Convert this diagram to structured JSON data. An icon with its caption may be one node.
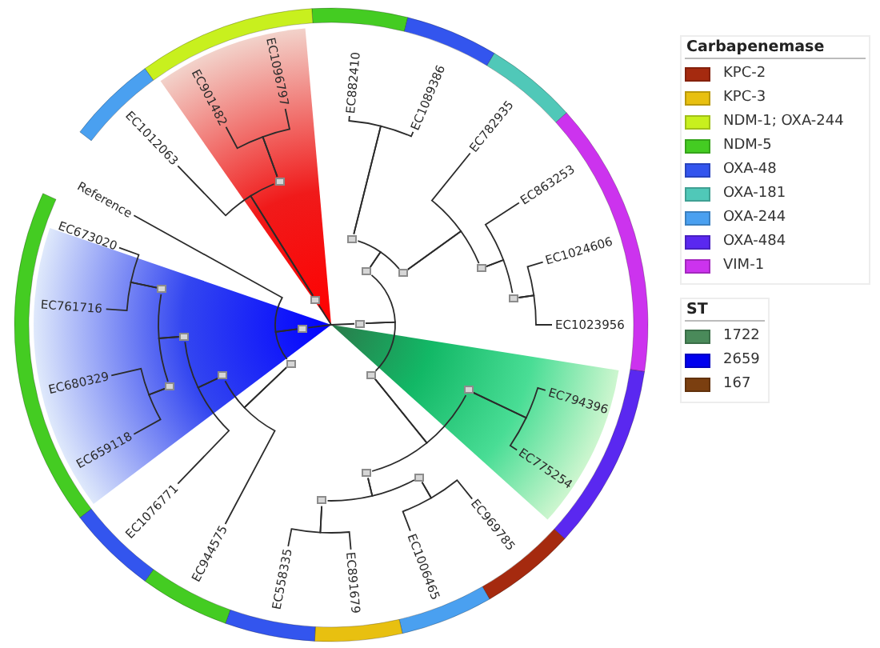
{
  "diagram": {
    "nodes": [
      {
        "text": [
          "EC882410"
        ]
      },
      {
        "text": [
          "EC1089386"
        ]
      },
      {
        "text": [
          "EC782935"
        ]
      },
      {
        "text": [
          "EC863253"
        ]
      },
      {
        "text": [
          "EC1024606"
        ]
      },
      {
        "text": [
          "EC1023956"
        ]
      },
      {
        "text": [
          "EC794396"
        ]
      },
      {
        "text": [
          "EC775254"
        ]
      },
      {
        "text": [
          "EC969785"
        ]
      },
      {
        "text": [
          "EC1006465"
        ]
      },
      {
        "text": [
          "EC891679"
        ]
      },
      {
        "text": [
          "EC558335"
        ]
      },
      {
        "text": [
          "EC944575"
        ]
      },
      {
        "text": [
          "EC1076771"
        ]
      },
      {
        "text": [
          "EC659118"
        ]
      },
      {
        "text": [
          "EC680329"
        ]
      },
      {
        "text": [
          "EC761716"
        ]
      },
      {
        "text": [
          "EC673020"
        ]
      },
      {
        "text": [
          "Reference"
        ]
      },
      {
        "text": [
          "EC1012063"
        ]
      },
      {
        "text": [
          "EC901482"
        ]
      },
      {
        "text": [
          "EC1096797"
        ]
      },
      {
        "text": [],
        "shape": "box"
      },
      {
        "text": [],
        "shape": "box"
      },
      {
        "text": [],
        "shape": "box"
      },
      {
        "text": [],
        "shape": "box"
      },
      {
        "text": [],
        "shape": "box"
      },
      {
        "text": [],
        "shape": "box"
      },
      {
        "text": [],
        "shape": "box"
      },
      {
        "text": [],
        "shape": "box"
      },
      {
        "text": [],
        "shape": "box"
      },
      {
        "text": [],
        "shape": "box"
      },
      {
        "text": [],
        "shape": "box"
      },
      {
        "text": [],
        "shape": "box"
      },
      {
        "text": [],
        "shape": "box"
      },
      {
        "text": [],
        "shape": "box"
      },
      {
        "text": [],
        "shape": "box"
      },
      {
        "text": [],
        "shape": "box"
      },
      {
        "text": [],
        "shape": "box"
      },
      {
        "text": [],
        "shape": "box"
      },
      {
        "text": [],
        "shape": "box"
      }
    ],
    "edges": [
      {
        "from": null,
        "to": 32,
        "arrow": "none"
      },
      {
        "from": null,
        "to": 38,
        "arrow": "none"
      },
      {
        "from": null,
        "to": 39,
        "arrow": "none"
      },
      {
        "from": 32,
        "to": 26,
        "arrow": "none"
      },
      {
        "from": 32,
        "to": 31,
        "arrow": "none"
      },
      {
        "from": 26,
        "to": 22,
        "arrow": "none"
      },
      {
        "from": 26,
        "to": 25,
        "arrow": "none"
      },
      {
        "from": 22,
        "to": 0,
        "arrow": "none"
      },
      {
        "from": 22,
        "to": 1,
        "arrow": "none"
      },
      {
        "from": 25,
        "to": 2,
        "arrow": "none"
      },
      {
        "from": 25,
        "to": 24,
        "arrow": "none"
      },
      {
        "from": 24,
        "to": 3,
        "arrow": "none"
      },
      {
        "from": 24,
        "to": 23,
        "arrow": "none"
      },
      {
        "from": 23,
        "to": 4,
        "arrow": "none"
      },
      {
        "from": 23,
        "to": 5,
        "arrow": "none"
      },
      {
        "from": 31,
        "to": 27,
        "arrow": "none"
      },
      {
        "from": 31,
        "to": 30,
        "arrow": "none"
      },
      {
        "from": 27,
        "to": 6,
        "arrow": "none"
      },
      {
        "from": 27,
        "to": 7,
        "arrow": "none"
      },
      {
        "from": 30,
        "to": 28,
        "arrow": "none"
      },
      {
        "from": 30,
        "to": 29,
        "arrow": "none"
      },
      {
        "from": 28,
        "to": 8,
        "arrow": "none"
      },
      {
        "from": 28,
        "to": 9,
        "arrow": "none"
      },
      {
        "from": 29,
        "to": 10,
        "arrow": "none"
      },
      {
        "from": 29,
        "to": 11,
        "arrow": "none"
      },
      {
        "from": 38,
        "to": 33,
        "arrow": "none"
      },
      {
        "from": 38,
        "to": 18,
        "arrow": "none"
      },
      {
        "from": 33,
        "to": 12,
        "arrow": "none"
      },
      {
        "from": 33,
        "to": 34,
        "arrow": "none"
      },
      {
        "from": 34,
        "to": 13,
        "arrow": "none"
      },
      {
        "from": 34,
        "to": 36,
        "arrow": "none"
      },
      {
        "from": 36,
        "to": 35,
        "arrow": "none"
      },
      {
        "from": 36,
        "to": 37,
        "arrow": "none"
      },
      {
        "from": 35,
        "to": 14,
        "arrow": "none"
      },
      {
        "from": 35,
        "to": 15,
        "arrow": "none"
      },
      {
        "from": 37,
        "to": 16,
        "arrow": "none"
      },
      {
        "from": 37,
        "to": 17,
        "arrow": "none"
      },
      {
        "from": 39,
        "to": 19,
        "arrow": "none"
      },
      {
        "from": 39,
        "to": 40,
        "arrow": "none"
      },
      {
        "from": 40,
        "to": 20,
        "arrow": "none"
      },
      {
        "from": 40,
        "to": 21,
        "arrow": "none"
      }
    ],
    "labels": [
      "Carbapenemase",
      "ST"
    ],
    "legend": [
      {
        "text": "KPC-2",
        "color": "#a52a0f"
      },
      {
        "text": "KPC-3",
        "color": "#e8c010"
      },
      {
        "text": "NDM-1; OXA-244",
        "color": "#c8f01e"
      },
      {
        "text": "NDM-5",
        "color": "#44cc22"
      },
      {
        "text": "OXA-48",
        "color": "#3355ee"
      },
      {
        "text": "OXA-181",
        "color": "#50c8b8"
      },
      {
        "text": "OXA-244",
        "color": "#4aa0f0"
      },
      {
        "text": "OXA-484",
        "color": "#5a28f0"
      },
      {
        "text": "VIM-1",
        "color": "#cc33ee"
      },
      {
        "text": "1722",
        "color": "#4a8a5a"
      },
      {
        "text": "2659",
        "color": "#0000ee"
      },
      {
        "text": "167",
        "color": "#7b3f10"
      }
    ]
  }
}
